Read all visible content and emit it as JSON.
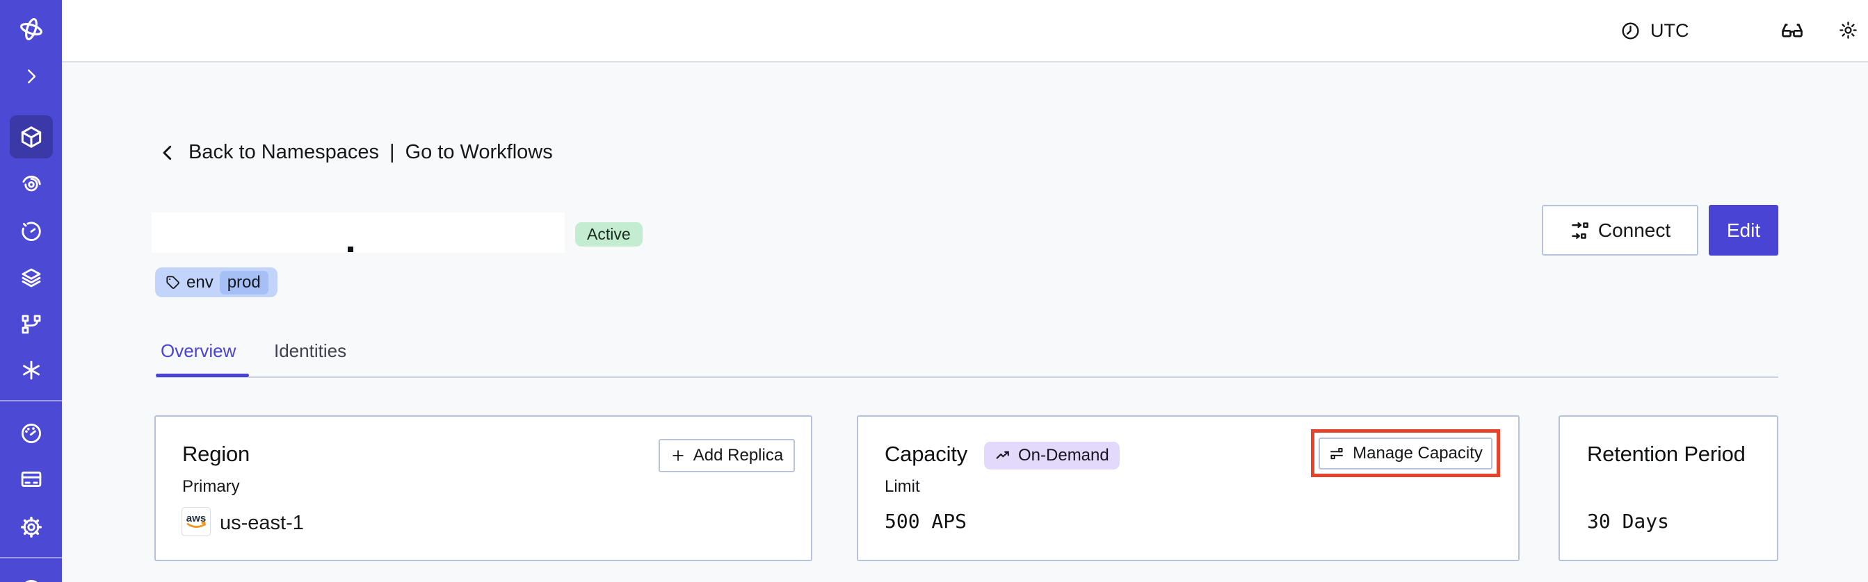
{
  "topbar": {
    "timezone": "UTC",
    "icons": [
      "clock-icon",
      "glasses-icon",
      "brightness-icon",
      "user-avatar"
    ]
  },
  "sidebar": {
    "icons": [
      "orbit-logo-icon",
      "chevron-right-icon",
      "cube-icon",
      "spiral-icon",
      "timer-icon",
      "layers-icon",
      "branch-icon",
      "asterisk-icon",
      "gauge-icon",
      "credit-card-icon",
      "gear-icon",
      "circle-partial-icon"
    ],
    "selected": "cube-icon"
  },
  "breadcrumb": {
    "back_label": "Back to Namespaces",
    "separator": "|",
    "workflows_label": "Go to Workflows"
  },
  "namespace_header": {
    "status_badge": "Active",
    "tag": {
      "key": "env",
      "value": "prod"
    },
    "connect_label": "Connect",
    "edit_label": "Edit"
  },
  "tabs": [
    {
      "label": "Overview",
      "active": true
    },
    {
      "label": "Identities",
      "active": false
    }
  ],
  "cards": {
    "region": {
      "title": "Region",
      "add_replica_label": "Add Replica",
      "field_label": "Primary",
      "provider": "aws",
      "value": "us-east-1"
    },
    "capacity": {
      "title": "Capacity",
      "badge": "On-Demand",
      "manage_label": "Manage Capacity",
      "field_label": "Limit",
      "value": "500 APS"
    },
    "retention": {
      "title": "Retention Period",
      "value": "30 Days"
    }
  },
  "colors": {
    "accent": "#4a44d5",
    "sidebar-bg": "#4c49d4",
    "sidebar-selected": "#3b38a8",
    "content-bg": "#f8f9fb",
    "card-border": "#b6c2da",
    "badge-green-bg": "#c4ecd0",
    "tag-blue-bg": "#c3d4fb",
    "tag-blue-chip": "#a6bff7",
    "badge-purple-bg": "#e3dafb",
    "annotation-red": "#e5432b",
    "aws-orange": "#f29418"
  }
}
